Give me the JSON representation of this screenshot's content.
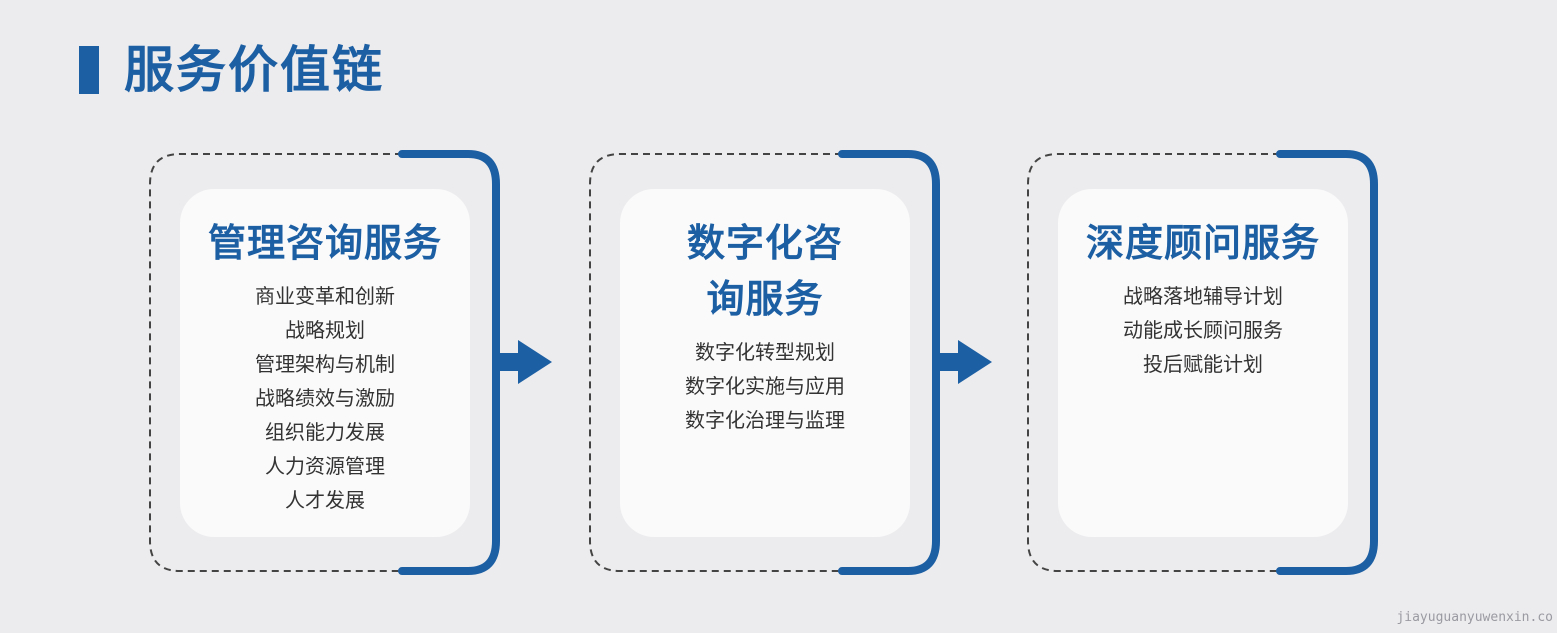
{
  "title": "服务价值链",
  "colors": {
    "accent": "#1d5fa3",
    "background": "#ececee",
    "card": "#fafafb",
    "dash": "#444444",
    "text": "#333333"
  },
  "cards": [
    {
      "title": "管理咨询服务",
      "items": [
        "商业变革和创新",
        "战略规划",
        "管理架构与机制",
        "战略绩效与激励",
        "组织能力发展",
        "人力资源管理",
        "人才发展"
      ]
    },
    {
      "title": "数字化咨询服务",
      "items": [
        "数字化转型规划",
        "数字化实施与应用",
        "数字化治理与监理"
      ]
    },
    {
      "title": "深度顾问服务",
      "items": [
        "战略落地辅导计划",
        "动能成长顾问服务",
        "投后赋能计划"
      ]
    }
  ],
  "watermark": "jiayuguanyuwenxin.co"
}
